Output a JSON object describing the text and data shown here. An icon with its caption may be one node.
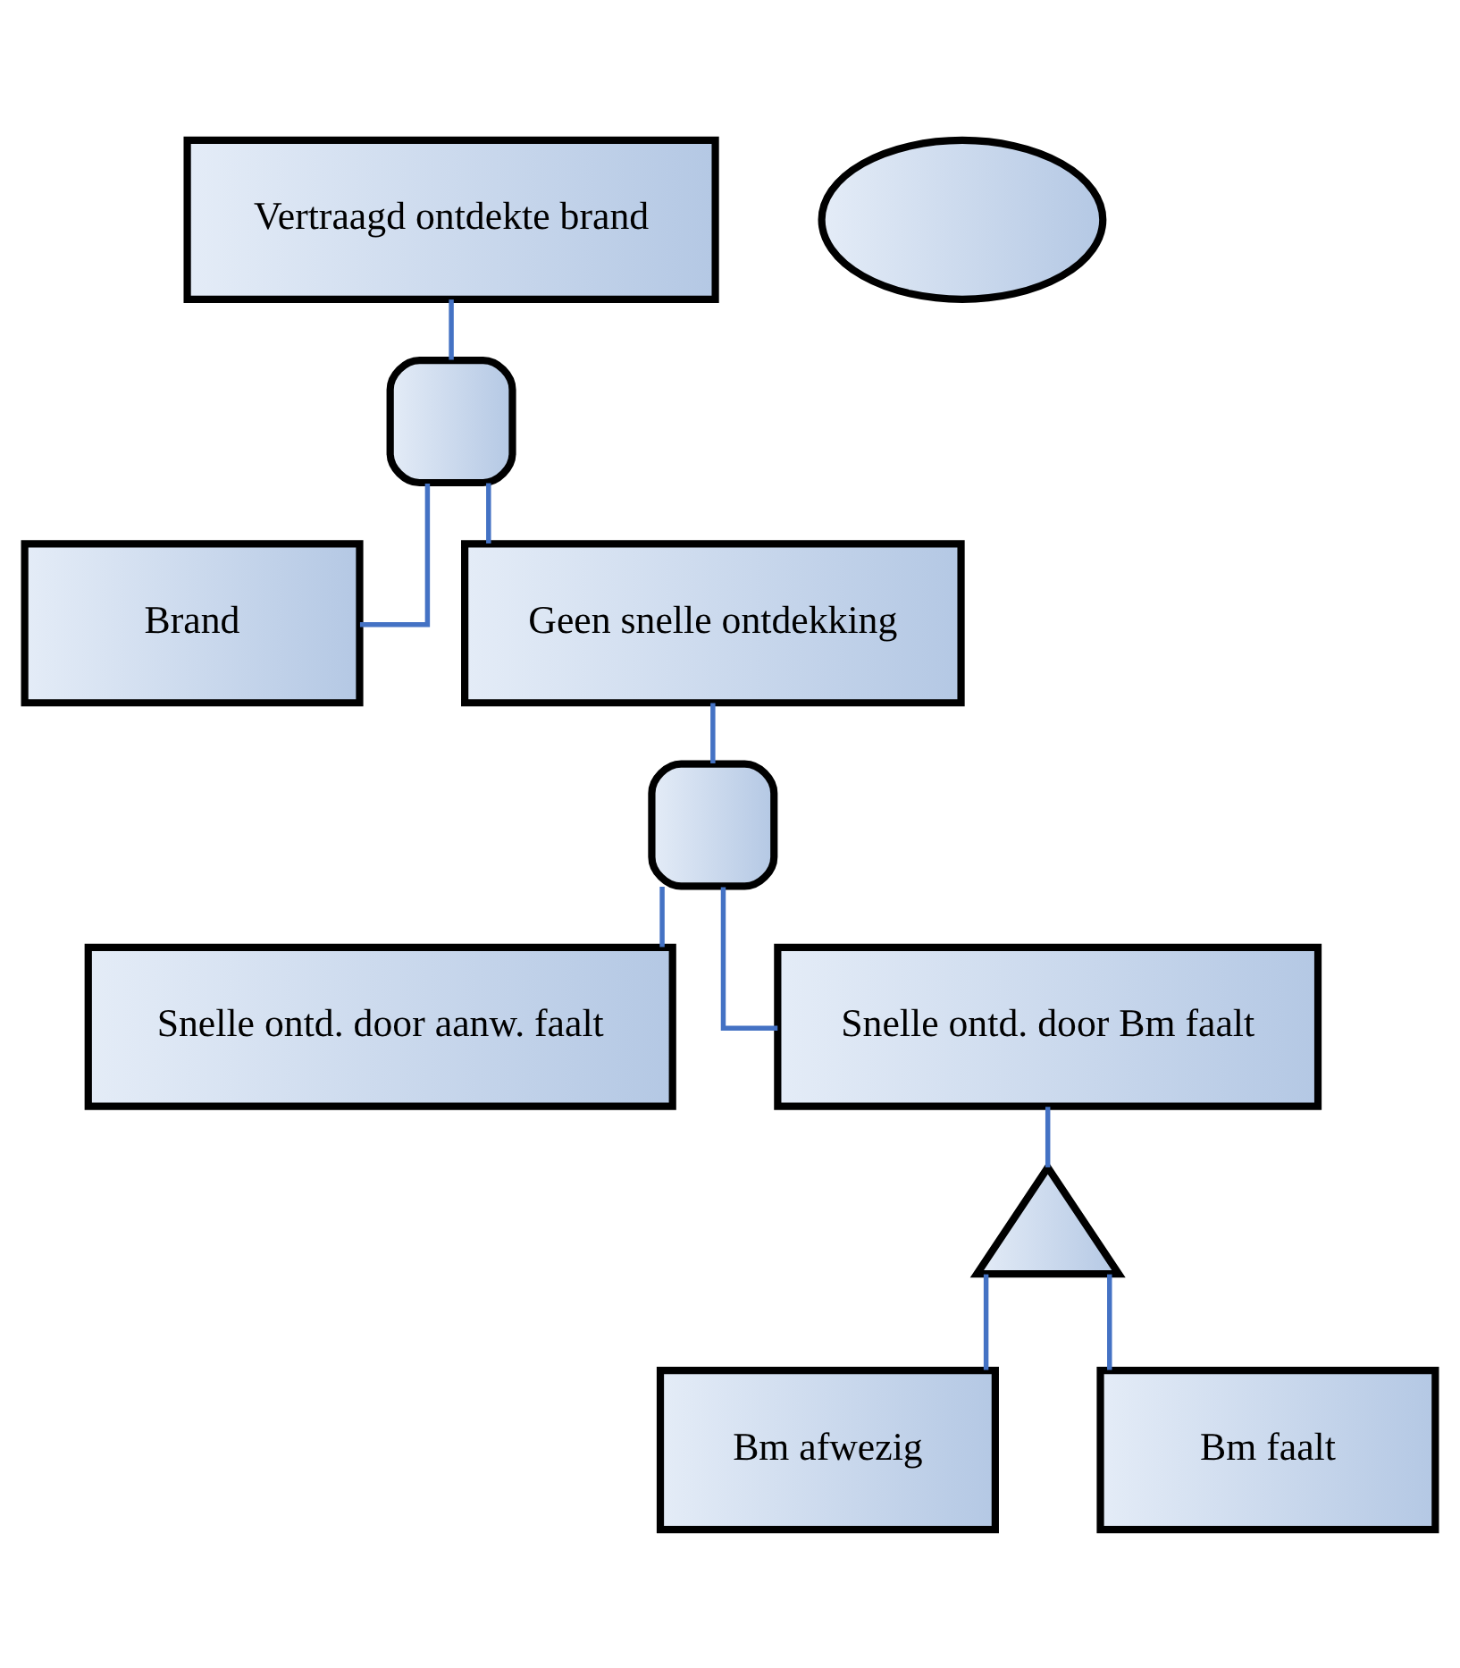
{
  "diagram": {
    "nodes": [
      {
        "text": [
          "Vertraagd ontdekte brand"
        ]
      },
      {
        "text": [],
        "shape": "and-gate"
      },
      {
        "text": [
          "Brand"
        ]
      },
      {
        "text": [
          "Geen snelle ontdekking"
        ]
      },
      {
        "text": [],
        "shape": "and-gate"
      },
      {
        "text": [
          "Snelle ontd. door aanw. faalt"
        ]
      },
      {
        "text": [
          "Snelle ontd. door Bm faalt"
        ]
      },
      {
        "text": [],
        "shape": "or-gate"
      },
      {
        "text": [
          "Bm afwezig"
        ]
      },
      {
        "text": [
          "Bm faalt"
        ]
      },
      {
        "text": [],
        "shape": "oval"
      }
    ],
    "edges": [
      {
        "from": 0,
        "to": 1,
        "arrow": "none"
      },
      {
        "from": 1,
        "to": 2,
        "arrow": "none"
      },
      {
        "from": 1,
        "to": 3,
        "arrow": "none"
      },
      {
        "from": 3,
        "to": 4,
        "arrow": "none"
      },
      {
        "from": 4,
        "to": 5,
        "arrow": "none"
      },
      {
        "from": 4,
        "to": 6,
        "arrow": "none"
      },
      {
        "from": 6,
        "to": 7,
        "arrow": "none"
      },
      {
        "from": 7,
        "to": 8,
        "arrow": "none"
      },
      {
        "from": 7,
        "to": 9,
        "arrow": "none"
      }
    ]
  }
}
